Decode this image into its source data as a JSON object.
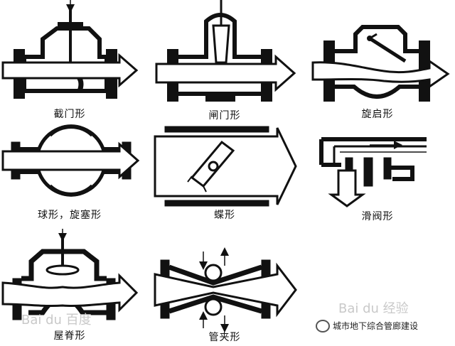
{
  "labels": {
    "globe": "截门形",
    "gate": "闸门形",
    "swing_check": "旋启形",
    "ball_plug": "球形，旋塞形",
    "butterfly": "蝶形",
    "slide": "滑阀形",
    "diaphragm": "屋脊形",
    "pinch": "管夹形"
  },
  "watermark": {
    "logo_left": "Bai du 百度",
    "logo_right": "Bai du 经验",
    "credit": "城市地下综合管廊建设"
  },
  "colors": {
    "ink": "#111111",
    "paper": "#ffffff",
    "watermark": "#c9c9c9"
  }
}
